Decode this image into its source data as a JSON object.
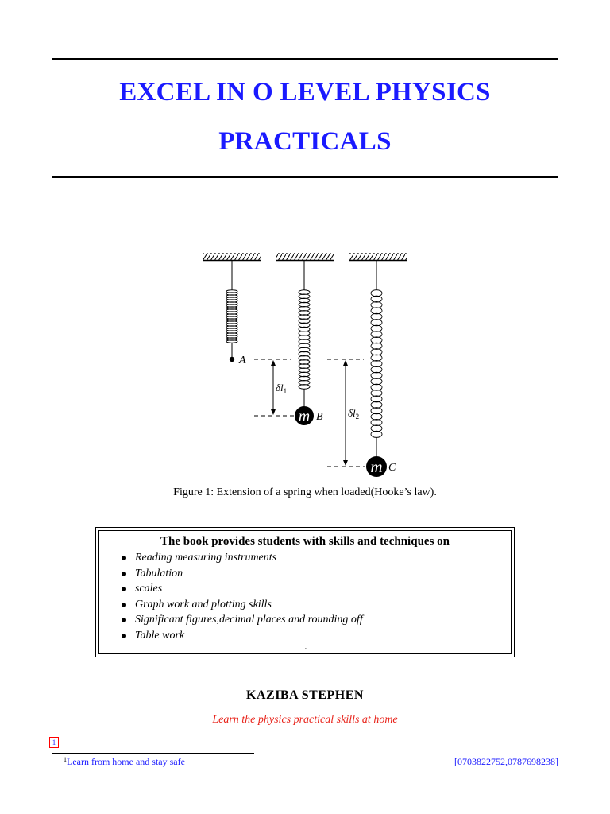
{
  "title": {
    "line1": "EXCEL IN O LEVEL PHYSICS",
    "line2": "PRACTICALS"
  },
  "figure": {
    "label_a": "A",
    "label_b": "B",
    "label_c": "C",
    "mass_symbol": "m",
    "delta_l1": "δl",
    "delta_l1_sub": "1",
    "delta_l2": "δl",
    "delta_l2_sub": "2",
    "caption": "Figure 1: Extension of a spring when loaded(Hooke’s law)."
  },
  "skills_box": {
    "heading": "The book provides students with skills and techniques on",
    "items": [
      "Reading measuring instruments",
      "Tabulation",
      "scales",
      "Graph work and plotting skills",
      "Significant figures,decimal places and rounding off",
      "Table work"
    ],
    "trailing_mark": "."
  },
  "author": "KAZIBA STEPHEN",
  "tagline": "Learn the physics practical skills at home",
  "footnote": {
    "marker": "1",
    "number": "1",
    "text": "Learn from home and stay safe",
    "phones": "[0703822752,0787698238]"
  }
}
